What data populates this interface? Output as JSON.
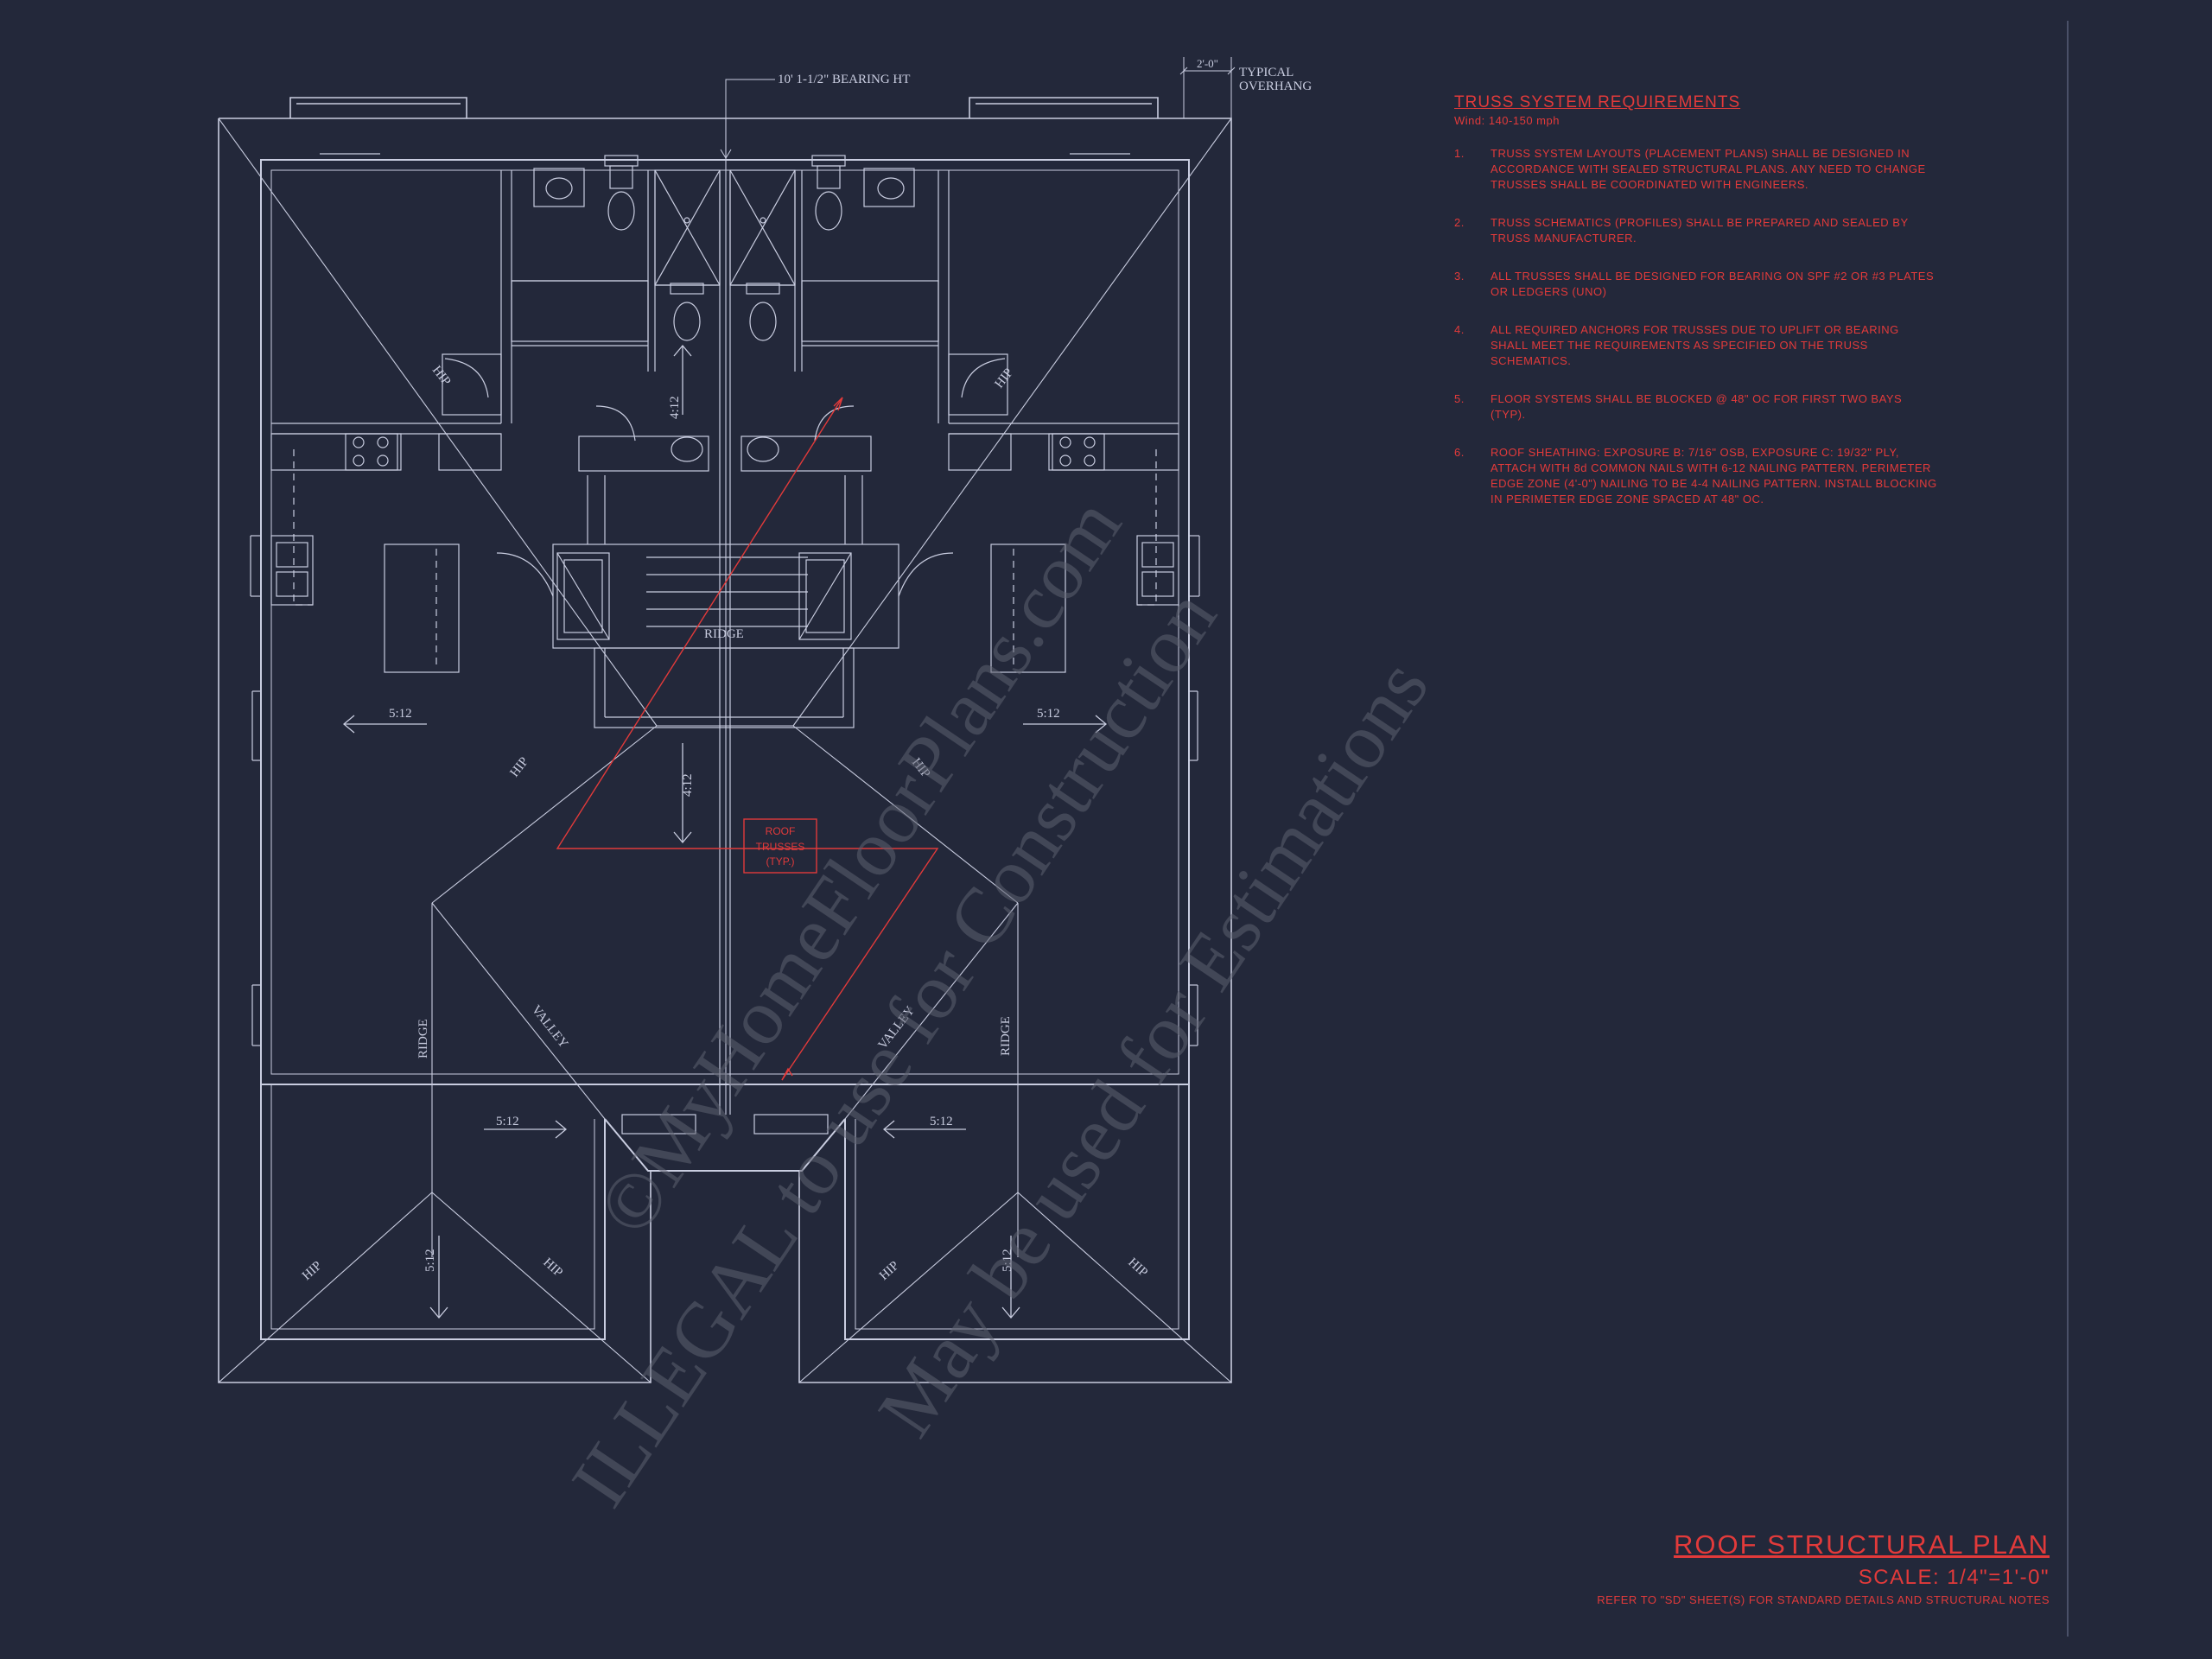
{
  "colors": {
    "background": "#23283a",
    "linework": "#c9cde0",
    "annotation_red": "#e23a3a",
    "watermark": "#5c6070"
  },
  "plan": {
    "bearing_height": "10' 1-1/2\" BEARING HT",
    "overhang_dim": "2'-0\"",
    "overhang_note_1": "TYPICAL",
    "overhang_note_2": "OVERHANG",
    "ridge_label": "RIDGE",
    "ridge_left": "RIDGE",
    "ridge_right": "RIDGE",
    "hip_label": "HIP",
    "valley_label": "VALLEY",
    "pitch_center_top": "4:12",
    "pitch_center": "4:12",
    "pitch_left": "5:12",
    "pitch_right": "5:12",
    "pitch_wing_left_h": "5:12",
    "pitch_wing_right_h": "5:12",
    "pitch_wing_left_v": "5:12",
    "pitch_wing_right_v": "5:12",
    "roof_trusses_1": "ROOF",
    "roof_trusses_2": "TRUSSES",
    "roof_trusses_3": "(TYP.)"
  },
  "watermark": {
    "line1": "©MyHomeFloorPlans.com",
    "line2": "ILLEGAL to use for Construction",
    "line3": "May be used for Estimations"
  },
  "notes": {
    "title": "TRUSS SYSTEM REQUIREMENTS",
    "subtitle": "Wind: 140-150 mph",
    "items": [
      {
        "num": "1.",
        "text": "TRUSS SYSTEM LAYOUTS (PLACEMENT PLANS) SHALL BE DESIGNED IN ACCORDANCE WITH SEALED STRUCTURAL PLANS. ANY NEED TO CHANGE TRUSSES SHALL BE COORDINATED WITH ENGINEERS."
      },
      {
        "num": "2.",
        "text": "TRUSS SCHEMATICS (PROFILES) SHALL BE PREPARED AND SEALED BY TRUSS MANUFACTURER."
      },
      {
        "num": "3.",
        "text": "ALL TRUSSES SHALL BE DESIGNED FOR BEARING ON SPF #2 OR #3 PLATES OR LEDGERS (UNO)"
      },
      {
        "num": "4.",
        "text": "ALL REQUIRED ANCHORS FOR TRUSSES DUE TO UPLIFT OR BEARING SHALL MEET THE REQUIREMENTS AS SPECIFIED ON THE TRUSS SCHEMATICS."
      },
      {
        "num": "5.",
        "text": "FLOOR SYSTEMS SHALL BE BLOCKED @ 48\" OC FOR FIRST TWO BAYS (TYP)."
      },
      {
        "num": "6.",
        "text": "ROOF SHEATHING: EXPOSURE B: 7/16\" OSB, EXPOSURE C: 19/32\" PLY, ATTACH WITH 8d COMMON NAILS WITH 6-12 NAILING PATTERN. PERIMETER EDGE ZONE (4'-0\") NAILING TO BE 4-4 NAILING PATTERN. INSTALL BLOCKING IN PERIMETER EDGE ZONE SPACED AT 48\" OC."
      }
    ]
  },
  "title_block": {
    "title": "ROOF STRUCTURAL PLAN",
    "scale": "SCALE: 1/4\"=1'-0\"",
    "reference": "REFER TO \"SD\" SHEET(S) FOR STANDARD DETAILS AND STRUCTURAL NOTES"
  }
}
